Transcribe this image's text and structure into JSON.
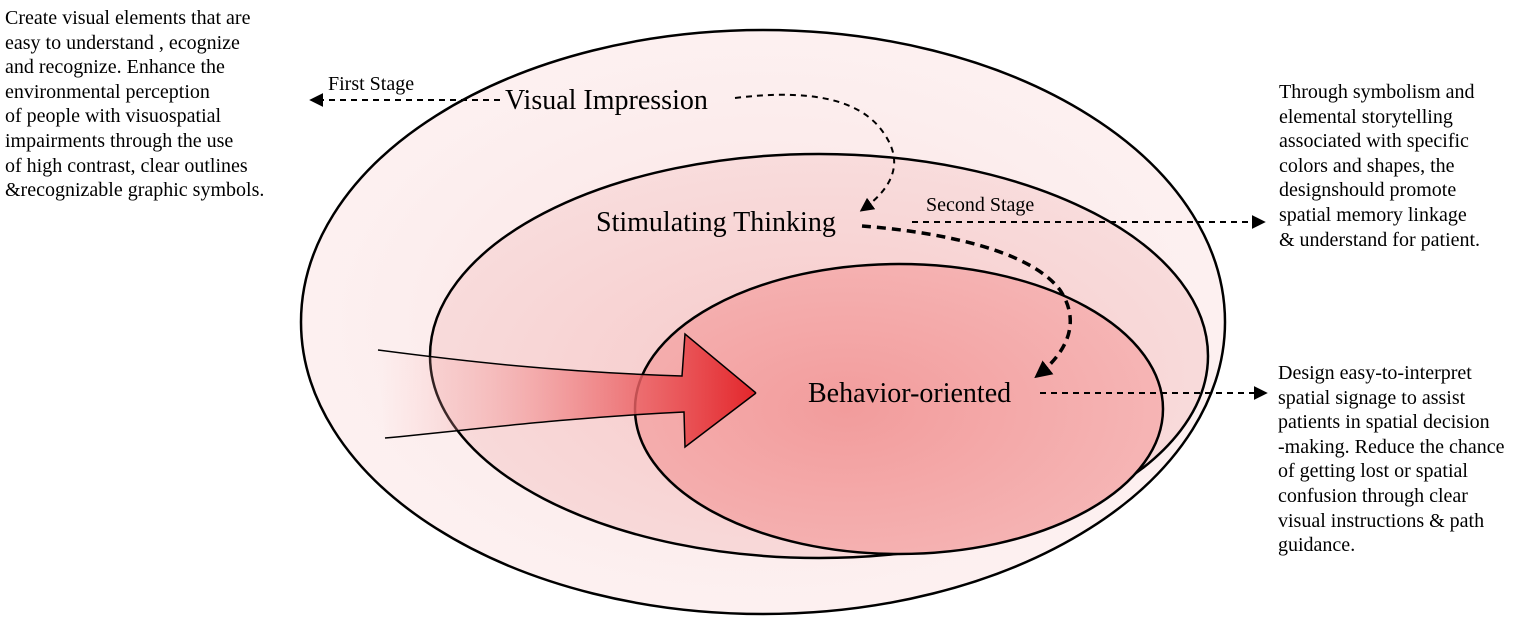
{
  "diagram": {
    "stages": {
      "visual_impression": "Visual Impression",
      "stimulating_thinking": "Stimulating Thinking",
      "behavior_oriented": "Behavior-oriented"
    },
    "stage_labels": {
      "first": "First Stage",
      "second": "Second Stage"
    },
    "notes": {
      "left": [
        "Create visual elements that are",
        "easy to understand , ecognize",
        "and recognize. Enhance the",
        "environmental perception",
        "of people with visuospatial",
        "impairments through the use",
        "of high contrast, clear outlines",
        "&recognizable graphic symbols."
      ],
      "right_top": [
        "Through symbolism and",
        "elemental storytelling",
        "associated with specific",
        "colors and shapes, the",
        "designshould promote",
        "spatial memory linkage",
        "& understand for patient."
      ],
      "right_bottom": [
        "Design easy-to-interpret",
        "spatial signage to assist",
        "patients in spatial decision",
        "-making. Reduce the chance",
        " of getting lost or spatial",
        "confusion through clear",
        "visual instructions & path",
        "guidance."
      ]
    },
    "colors": {
      "outer_ellipse": "#fdf0f0",
      "middle_ellipse": "#f9d6d6",
      "inner_ellipse": "#f5b0b0",
      "arrow": "#e8383c",
      "stroke": "#000000"
    }
  }
}
